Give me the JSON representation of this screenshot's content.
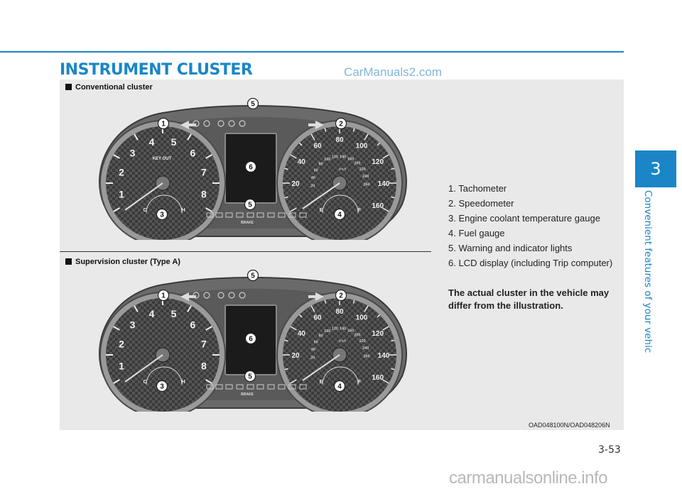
{
  "header": {
    "section_title": "INSTRUMENT CLUSTER",
    "watermark": "CarManuals2.com"
  },
  "sidebar": {
    "chapter_number": "3",
    "chapter_title": "Convenient features of your vehicle"
  },
  "figure": {
    "caption_top": "Conventional cluster",
    "caption_bottom": "Supervision cluster (Type A)",
    "image_code": "OAD048100N/OAD048206N",
    "tach_labels": [
      "1",
      "2",
      "3",
      "4",
      "5",
      "6",
      "7",
      "8"
    ],
    "speed_labels": [
      "20",
      "40",
      "60",
      "80",
      "100",
      "120",
      "140",
      "160"
    ],
    "kmh_labels": [
      "20",
      "40",
      "60",
      "80",
      "100",
      "120",
      "140",
      "160",
      "200",
      "220",
      "240",
      "260"
    ],
    "kmh_unit": "km/h",
    "callouts": [
      "1",
      "2",
      "3",
      "4",
      "5",
      "5",
      "6"
    ],
    "gauge_marks": {
      "cold": "C",
      "hot": "H",
      "empty": "E",
      "full": "F"
    },
    "key_out": "KEY OUT",
    "brake_label": "BRAKE"
  },
  "legend": {
    "items": [
      "1. Tachometer",
      "2. Speedometer",
      "3. Engine coolant temperature gauge",
      "4. Fuel gauge",
      "5. Warning and indicator lights",
      "6. LCD display (including Trip computer)"
    ],
    "note": "The actual cluster in the vehicle may differ from the illustration."
  },
  "footer": {
    "page_number": "3-53",
    "watermark": "carmanualsonline.info"
  },
  "colors": {
    "accent": "#1a86c7",
    "panel": "#e9e9e9"
  }
}
